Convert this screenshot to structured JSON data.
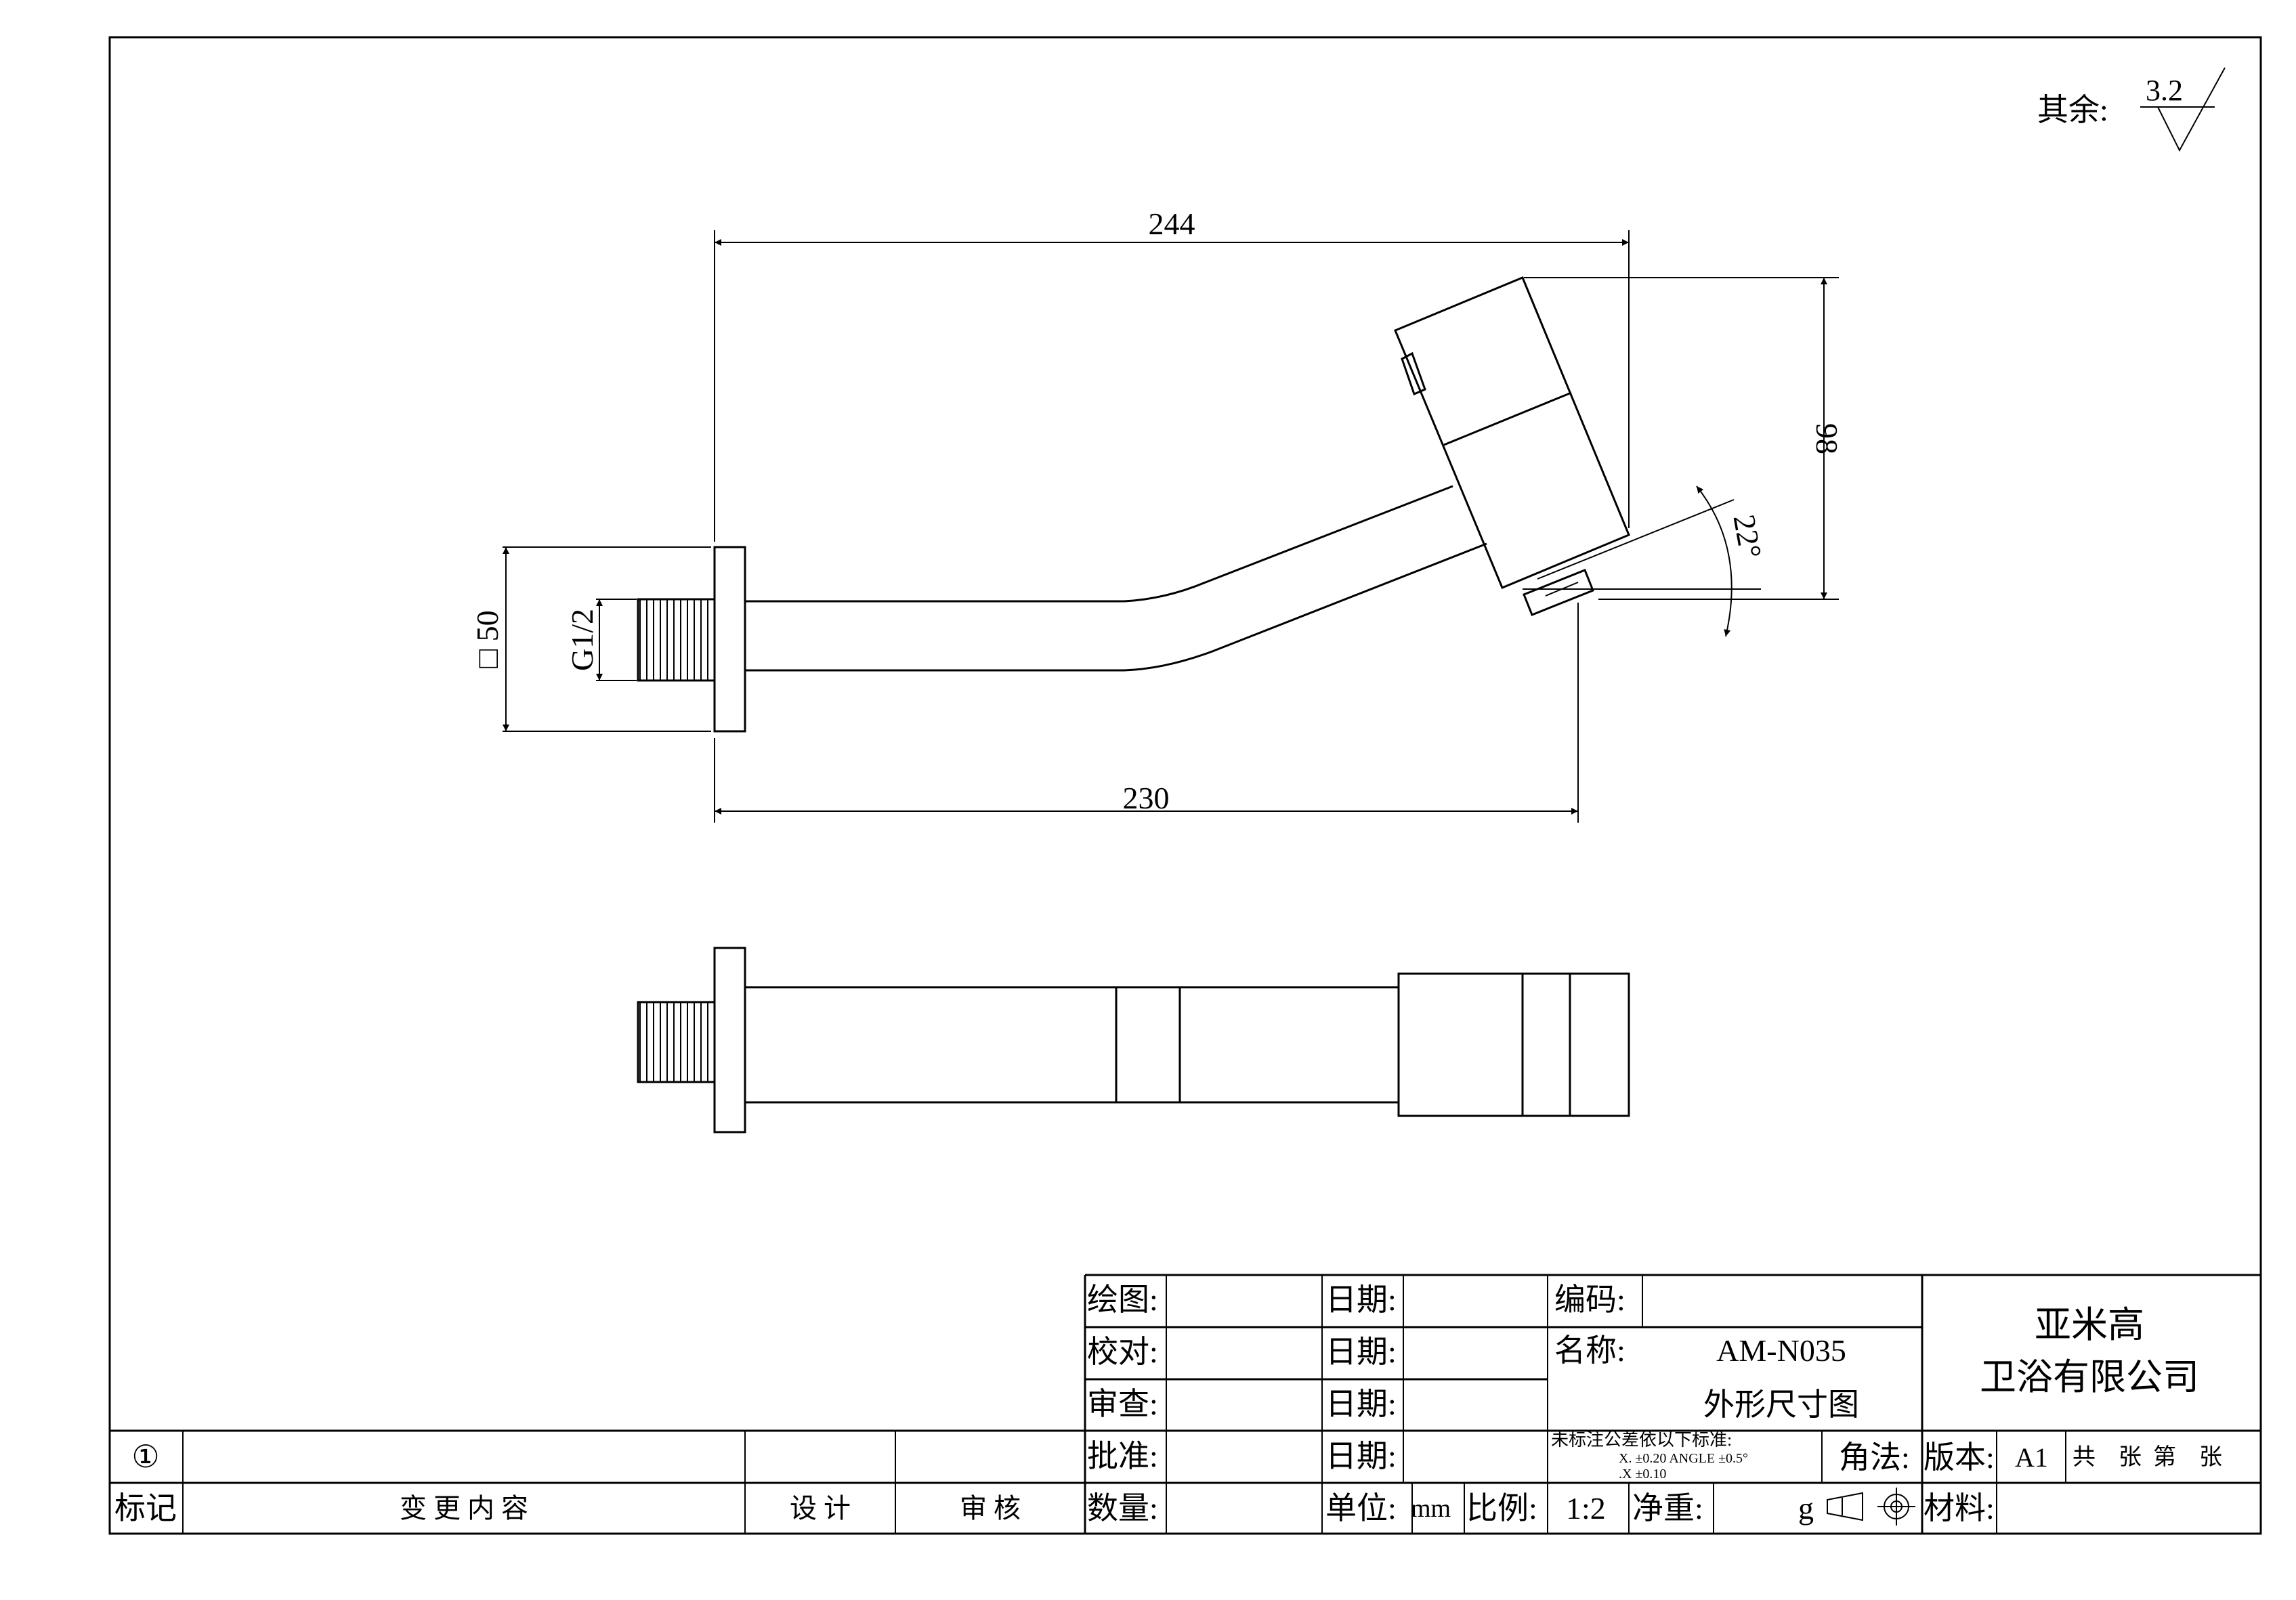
{
  "surface_finish": {
    "label": "其余:",
    "value": "3.2"
  },
  "dimensions": {
    "overall_length": "244",
    "wall_length": "230",
    "height": "98",
    "angle": "22°",
    "flange": "□ 50",
    "thread": "G1/2"
  },
  "title_block": {
    "drawn_label": "绘图:",
    "checked_label": "校对:",
    "reviewed_label": "审查:",
    "approved_label": "批准:",
    "quantity_label": "数量:",
    "date_label": "日期:",
    "unit_label": "单位:",
    "unit_value": "mm",
    "scale_label": "比例:",
    "scale_value": "1:2",
    "weight_label": "净重:",
    "weight_unit": "g",
    "code_label": "编码:",
    "name_label": "名称:",
    "part_number": "AM-N035",
    "drawing_title": "外形尺寸图",
    "tolerance_title": "未标注公差依以下标准:",
    "tolerance_line1": "X.      ±0.20  ANGLE  ±0.5°",
    "tolerance_line2": ".X      ±0.10",
    "projection_label": "角法:",
    "version_label": "版本:",
    "version_value": "A1",
    "sheets": "共    张  第    张",
    "material_label": "材料:",
    "company_line1": "亚米高",
    "company_line2": "卫浴有限公司"
  },
  "revision_block": {
    "mark": "①",
    "col_mark": "标记",
    "col_content": "变 更 内 容",
    "col_design": "设 计",
    "col_review": "审 核"
  }
}
